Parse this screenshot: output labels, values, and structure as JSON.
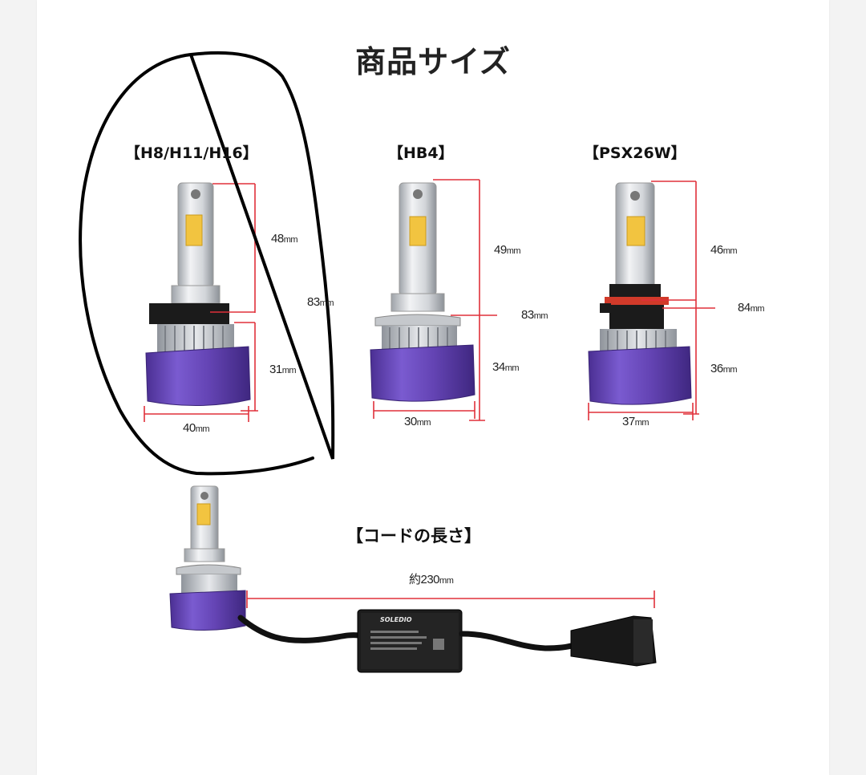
{
  "title": "商品サイズ",
  "bulbs": [
    {
      "label": "【H8/H11/H16】",
      "top": {
        "value": "48",
        "unit": "mm"
      },
      "total": {
        "value": "83",
        "unit": "mm"
      },
      "bottom": {
        "value": "31",
        "unit": "mm"
      },
      "width": {
        "value": "40",
        "unit": "mm"
      }
    },
    {
      "label": "【HB4】",
      "top": {
        "value": "49",
        "unit": "mm"
      },
      "total": {
        "value": "83",
        "unit": "mm"
      },
      "bottom": {
        "value": "34",
        "unit": "mm"
      },
      "width": {
        "value": "30",
        "unit": "mm"
      }
    },
    {
      "label": "【PSX26W】",
      "top": {
        "value": "46",
        "unit": "mm"
      },
      "total": {
        "value": "84",
        "unit": "mm"
      },
      "bottom": {
        "value": "36",
        "unit": "mm"
      },
      "width": {
        "value": "37",
        "unit": "mm"
      }
    }
  ],
  "cord": {
    "label": "【コードの長さ】",
    "value": "約230",
    "unit": "mm"
  },
  "controller_brand": "SOLEDIO",
  "colors": {
    "dimension_line": "#e0303a",
    "heatsink": "#6b4bb8",
    "fins": "#b9bcc2",
    "led_chip": "#f2c440",
    "annotation": "#111111"
  }
}
